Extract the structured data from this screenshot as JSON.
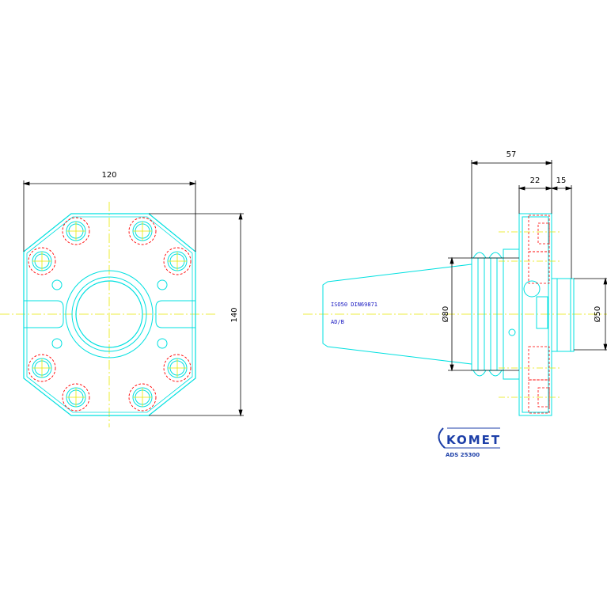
{
  "drawing": {
    "front_view": {
      "width_dim": "120",
      "height_dim": "140"
    },
    "side_view": {
      "length_dim": "57",
      "flange_dim": "22",
      "pilot_dim": "15",
      "shank_diameter_dim": "Ø80",
      "pilot_diameter_dim": "Ø50",
      "spec_line_1": "ISO50 DIN69871",
      "spec_line_2": "AD/B"
    },
    "logo": {
      "brand": "KOMET",
      "part_code": "ADS 25300"
    }
  },
  "colors": {
    "outline": "#00e0e0",
    "centerline": "#e8e800",
    "hidden": "#ff0000",
    "dimension": "#000000",
    "annotation": "#1515c0",
    "brand": "#1d3fa8"
  }
}
